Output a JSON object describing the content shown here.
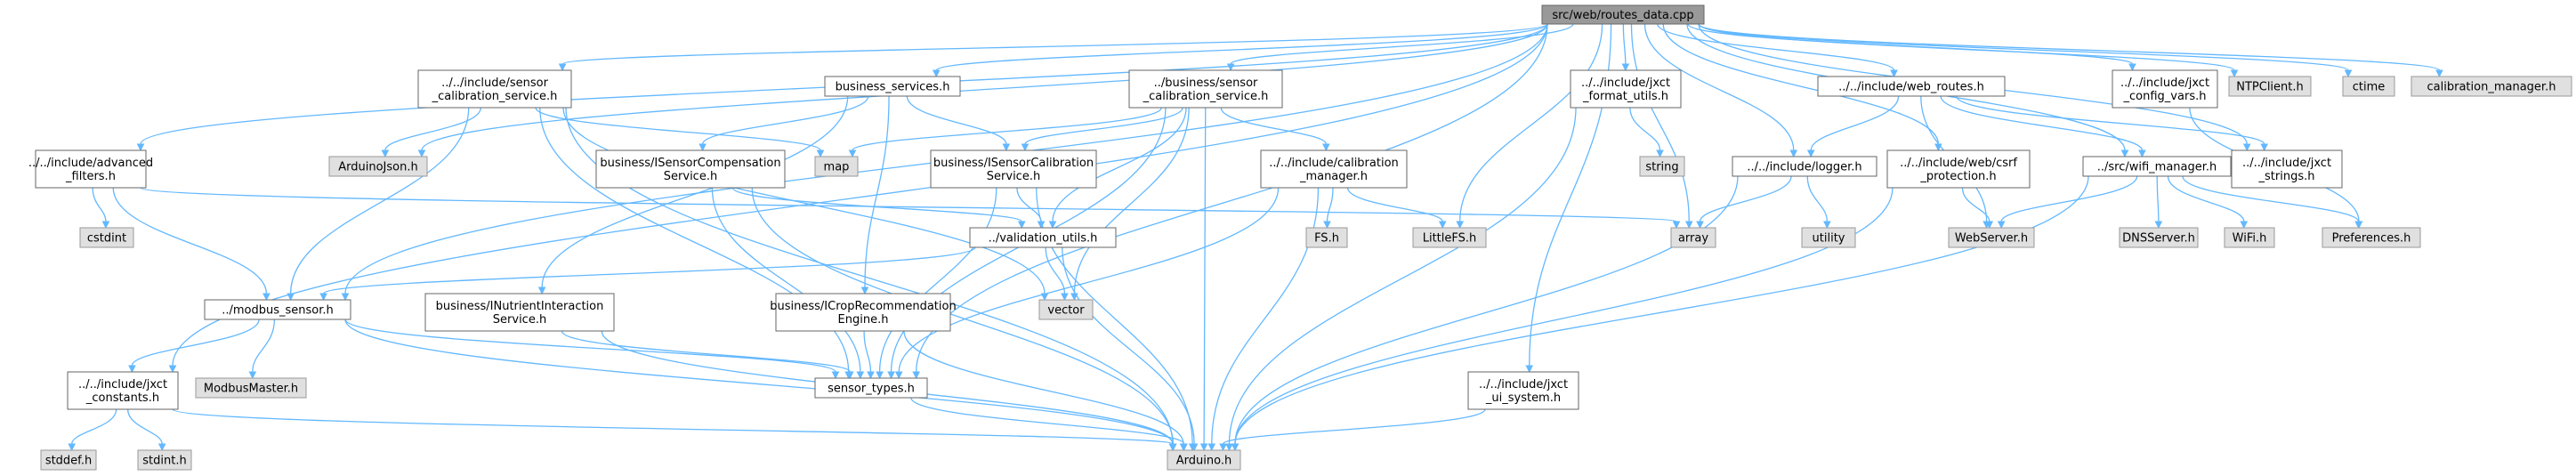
{
  "diagram": {
    "nodes": {
      "root": {
        "lines": [
          "src/web/routes_data.cpp"
        ],
        "kind": "root"
      },
      "sensor_calibration_service": {
        "lines": [
          "../../include/sensor",
          "_calibration_service.h"
        ],
        "kind": "int"
      },
      "business_services": {
        "lines": [
          "business_services.h"
        ],
        "kind": "int"
      },
      "biz_sensor_calibration_service": {
        "lines": [
          "../business/sensor",
          "_calibration_service.h"
        ],
        "kind": "int"
      },
      "jxct_format_utils": {
        "lines": [
          "../../include/jxct",
          "_format_utils.h"
        ],
        "kind": "int"
      },
      "web_routes": {
        "lines": [
          "../../include/web_routes.h"
        ],
        "kind": "int"
      },
      "jxct_config_vars": {
        "lines": [
          "../../include/jxct",
          "_config_vars.h"
        ],
        "kind": "int"
      },
      "ntpclient": {
        "lines": [
          "NTPClient.h"
        ],
        "kind": "ext"
      },
      "ctime": {
        "lines": [
          "ctime"
        ],
        "kind": "ext"
      },
      "calibration_manager_h": {
        "lines": [
          "calibration_manager.h"
        ],
        "kind": "ext"
      },
      "advanced_filters": {
        "lines": [
          "../../include/advanced",
          "_filters.h"
        ],
        "kind": "int"
      },
      "arduinojson": {
        "lines": [
          "ArduinoJson.h"
        ],
        "kind": "ext"
      },
      "map": {
        "lines": [
          "map"
        ],
        "kind": "ext"
      },
      "isensor_compensation": {
        "lines": [
          "business/ISensorCompensation",
          "Service.h"
        ],
        "kind": "int"
      },
      "isensor_calibration": {
        "lines": [
          "business/ISensorCalibration",
          "Service.h"
        ],
        "kind": "int"
      },
      "calibration_manager_inc": {
        "lines": [
          "../../include/calibration",
          "_manager.h"
        ],
        "kind": "int"
      },
      "string": {
        "lines": [
          "string"
        ],
        "kind": "ext"
      },
      "logger": {
        "lines": [
          "../../include/logger.h"
        ],
        "kind": "int"
      },
      "csrf_protection": {
        "lines": [
          "../../include/web/csrf",
          "_protection.h"
        ],
        "kind": "int"
      },
      "wifi_manager": {
        "lines": [
          "../src/wifi_manager.h"
        ],
        "kind": "int"
      },
      "jxct_strings": {
        "lines": [
          "../../include/jxct",
          "_strings.h"
        ],
        "kind": "int"
      },
      "cstdint": {
        "lines": [
          "cstdint"
        ],
        "kind": "ext"
      },
      "array": {
        "lines": [
          "array"
        ],
        "kind": "ext"
      },
      "validation_utils": {
        "lines": [
          "../validation_utils.h"
        ],
        "kind": "int"
      },
      "fs": {
        "lines": [
          "FS.h"
        ],
        "kind": "ext"
      },
      "littlefs": {
        "lines": [
          "LittleFS.h"
        ],
        "kind": "ext"
      },
      "utility": {
        "lines": [
          "utility"
        ],
        "kind": "ext"
      },
      "webserver": {
        "lines": [
          "WebServer.h"
        ],
        "kind": "ext"
      },
      "dnsserver": {
        "lines": [
          "DNSServer.h"
        ],
        "kind": "ext"
      },
      "wifi": {
        "lines": [
          "WiFi.h"
        ],
        "kind": "ext"
      },
      "preferences": {
        "lines": [
          "Preferences.h"
        ],
        "kind": "ext"
      },
      "modbus_sensor": {
        "lines": [
          "../modbus_sensor.h"
        ],
        "kind": "int"
      },
      "inutrient": {
        "lines": [
          "business/INutrientInteraction",
          "Service.h"
        ],
        "kind": "int"
      },
      "icrop": {
        "lines": [
          "business/ICropRecommendation",
          "Engine.h"
        ],
        "kind": "int"
      },
      "vector": {
        "lines": [
          "vector"
        ],
        "kind": "ext"
      },
      "jxct_constants": {
        "lines": [
          "../../include/jxct",
          "_constants.h"
        ],
        "kind": "int"
      },
      "modbusmaster": {
        "lines": [
          "ModbusMaster.h"
        ],
        "kind": "ext"
      },
      "sensor_types": {
        "lines": [
          "sensor_types.h"
        ],
        "kind": "int"
      },
      "jxct_ui_system": {
        "lines": [
          "../../include/jxct",
          "_ui_system.h"
        ],
        "kind": "int"
      },
      "stddef": {
        "lines": [
          "stddef.h"
        ],
        "kind": "ext"
      },
      "stdint": {
        "lines": [
          "stdint.h"
        ],
        "kind": "ext"
      },
      "arduino": {
        "lines": [
          "Arduino.h"
        ],
        "kind": "ext"
      }
    },
    "edges": [
      [
        "root",
        "sensor_calibration_service"
      ],
      [
        "root",
        "business_services"
      ],
      [
        "root",
        "biz_sensor_calibration_service"
      ],
      [
        "root",
        "jxct_format_utils"
      ],
      [
        "root",
        "web_routes"
      ],
      [
        "root",
        "jxct_config_vars"
      ],
      [
        "root",
        "ntpclient"
      ],
      [
        "root",
        "ctime"
      ],
      [
        "root",
        "calibration_manager_h"
      ],
      [
        "root",
        "advanced_filters"
      ],
      [
        "root",
        "arduinojson"
      ],
      [
        "root",
        "modbus_sensor"
      ],
      [
        "root",
        "jxct_constants"
      ],
      [
        "root",
        "sensor_types"
      ],
      [
        "root",
        "littlefs"
      ],
      [
        "root",
        "array"
      ],
      [
        "root",
        "logger"
      ],
      [
        "root",
        "csrf_protection"
      ],
      [
        "root",
        "wifi_manager"
      ],
      [
        "root",
        "jxct_strings"
      ],
      [
        "root",
        "jxct_ui_system"
      ],
      [
        "sensor_calibration_service",
        "arduinojson"
      ],
      [
        "sensor_calibration_service",
        "map"
      ],
      [
        "sensor_calibration_service",
        "modbus_sensor"
      ],
      [
        "sensor_calibration_service",
        "vector"
      ],
      [
        "sensor_calibration_service",
        "arduino"
      ],
      [
        "sensor_calibration_service",
        "sensor_types"
      ],
      [
        "business_services",
        "isensor_compensation"
      ],
      [
        "business_services",
        "isensor_calibration"
      ],
      [
        "business_services",
        "inutrient"
      ],
      [
        "business_services",
        "icrop"
      ],
      [
        "biz_sensor_calibration_service",
        "map"
      ],
      [
        "biz_sensor_calibration_service",
        "isensor_calibration"
      ],
      [
        "biz_sensor_calibration_service",
        "calibration_manager_inc"
      ],
      [
        "biz_sensor_calibration_service",
        "validation_utils"
      ],
      [
        "biz_sensor_calibration_service",
        "vector"
      ],
      [
        "biz_sensor_calibration_service",
        "sensor_types"
      ],
      [
        "biz_sensor_calibration_service",
        "arduino"
      ],
      [
        "jxct_format_utils",
        "string"
      ],
      [
        "jxct_format_utils",
        "arduino"
      ],
      [
        "web_routes",
        "logger"
      ],
      [
        "web_routes",
        "wifi_manager"
      ],
      [
        "web_routes",
        "jxct_strings"
      ],
      [
        "web_routes",
        "webserver"
      ],
      [
        "jxct_config_vars",
        "preferences"
      ],
      [
        "advanced_filters",
        "cstdint"
      ],
      [
        "advanced_filters",
        "modbus_sensor"
      ],
      [
        "advanced_filters",
        "array"
      ],
      [
        "isensor_compensation",
        "validation_utils"
      ],
      [
        "isensor_compensation",
        "sensor_types"
      ],
      [
        "isensor_compensation",
        "arduino"
      ],
      [
        "isensor_calibration",
        "validation_utils"
      ],
      [
        "isensor_calibration",
        "sensor_types"
      ],
      [
        "isensor_calibration",
        "arduino"
      ],
      [
        "calibration_manager_inc",
        "fs"
      ],
      [
        "calibration_manager_inc",
        "littlefs"
      ],
      [
        "calibration_manager_inc",
        "sensor_types"
      ],
      [
        "calibration_manager_inc",
        "arduino"
      ],
      [
        "logger",
        "array"
      ],
      [
        "logger",
        "utility"
      ],
      [
        "logger",
        "arduino"
      ],
      [
        "csrf_protection",
        "webserver"
      ],
      [
        "csrf_protection",
        "arduino"
      ],
      [
        "wifi_manager",
        "webserver"
      ],
      [
        "wifi_manager",
        "dnsserver"
      ],
      [
        "wifi_manager",
        "wifi"
      ],
      [
        "wifi_manager",
        "preferences"
      ],
      [
        "wifi_manager",
        "arduino"
      ],
      [
        "validation_utils",
        "vector"
      ],
      [
        "validation_utils",
        "arduino"
      ],
      [
        "validation_utils",
        "modbus_sensor"
      ],
      [
        "modbus_sensor",
        "jxct_constants"
      ],
      [
        "modbus_sensor",
        "modbusmaster"
      ],
      [
        "modbus_sensor",
        "sensor_types"
      ],
      [
        "modbus_sensor",
        "arduino"
      ],
      [
        "inutrient",
        "sensor_types"
      ],
      [
        "inutrient",
        "arduino"
      ],
      [
        "icrop",
        "sensor_types"
      ],
      [
        "icrop",
        "arduino"
      ],
      [
        "jxct_constants",
        "stddef"
      ],
      [
        "jxct_constants",
        "stdint"
      ],
      [
        "jxct_constants",
        "arduino"
      ],
      [
        "sensor_types",
        "arduino"
      ],
      [
        "jxct_ui_system",
        "arduino"
      ]
    ]
  }
}
